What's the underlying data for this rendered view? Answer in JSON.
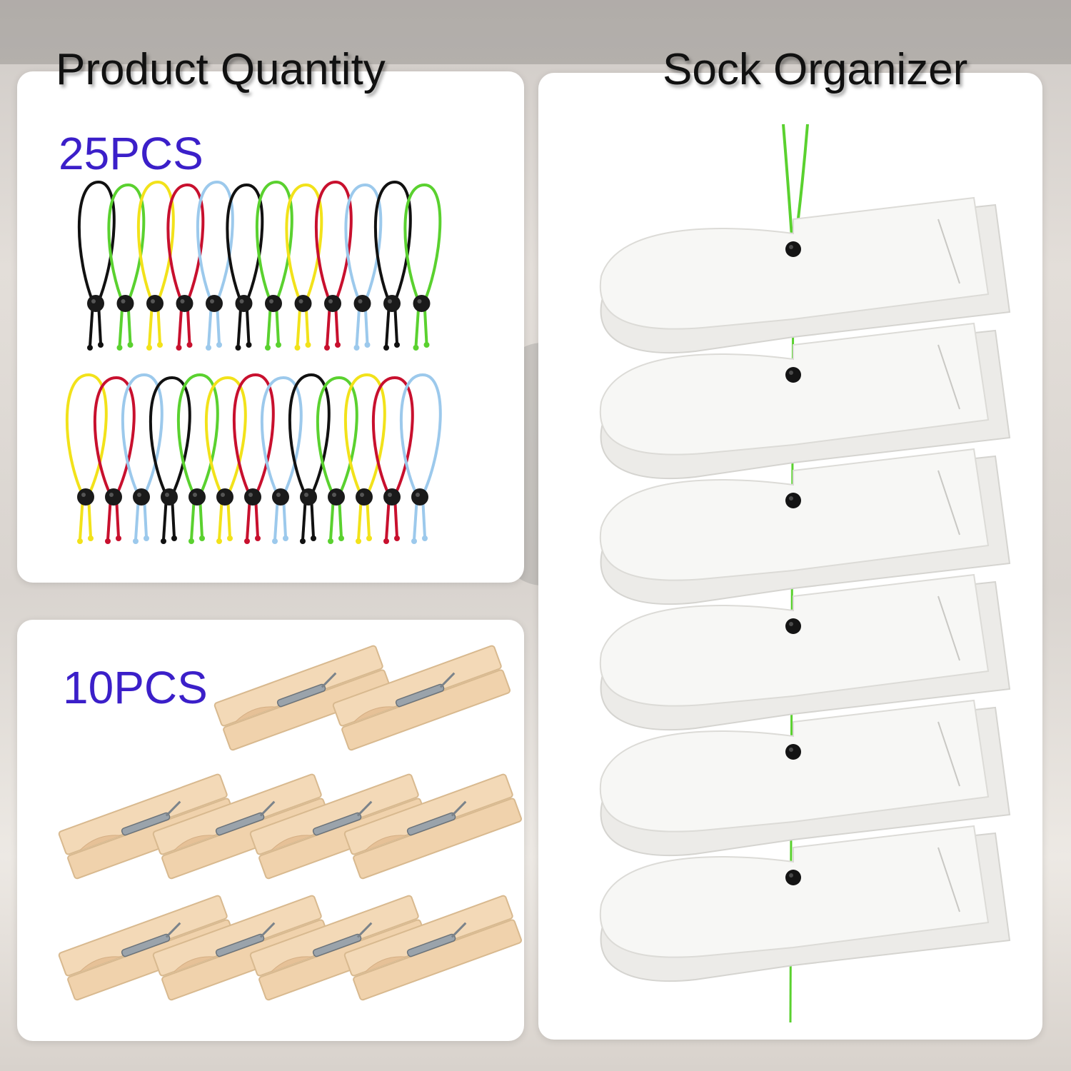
{
  "headings": {
    "left": "Product Quantity",
    "right": "Sock Organizer"
  },
  "panels": {
    "ties": {
      "count_label": "25PCS"
    },
    "clips": {
      "count_label": "10PCS"
    }
  },
  "colors": {
    "count_label": "#3b1fc9",
    "tie_colors": [
      "#111111",
      "#5ad12f",
      "#f2e21a",
      "#c8102e",
      "#9cc9ec"
    ],
    "clip_wood": "#f3d9b7",
    "sock_white": "#f7f7f5",
    "sock_cord": "#5ad12f"
  },
  "icons": {
    "tie": "elastic-loop-tie-icon",
    "clip": "wooden-clothespin-icon",
    "sock": "folded-white-sock-icon",
    "toggle": "cord-lock-toggle-icon"
  }
}
